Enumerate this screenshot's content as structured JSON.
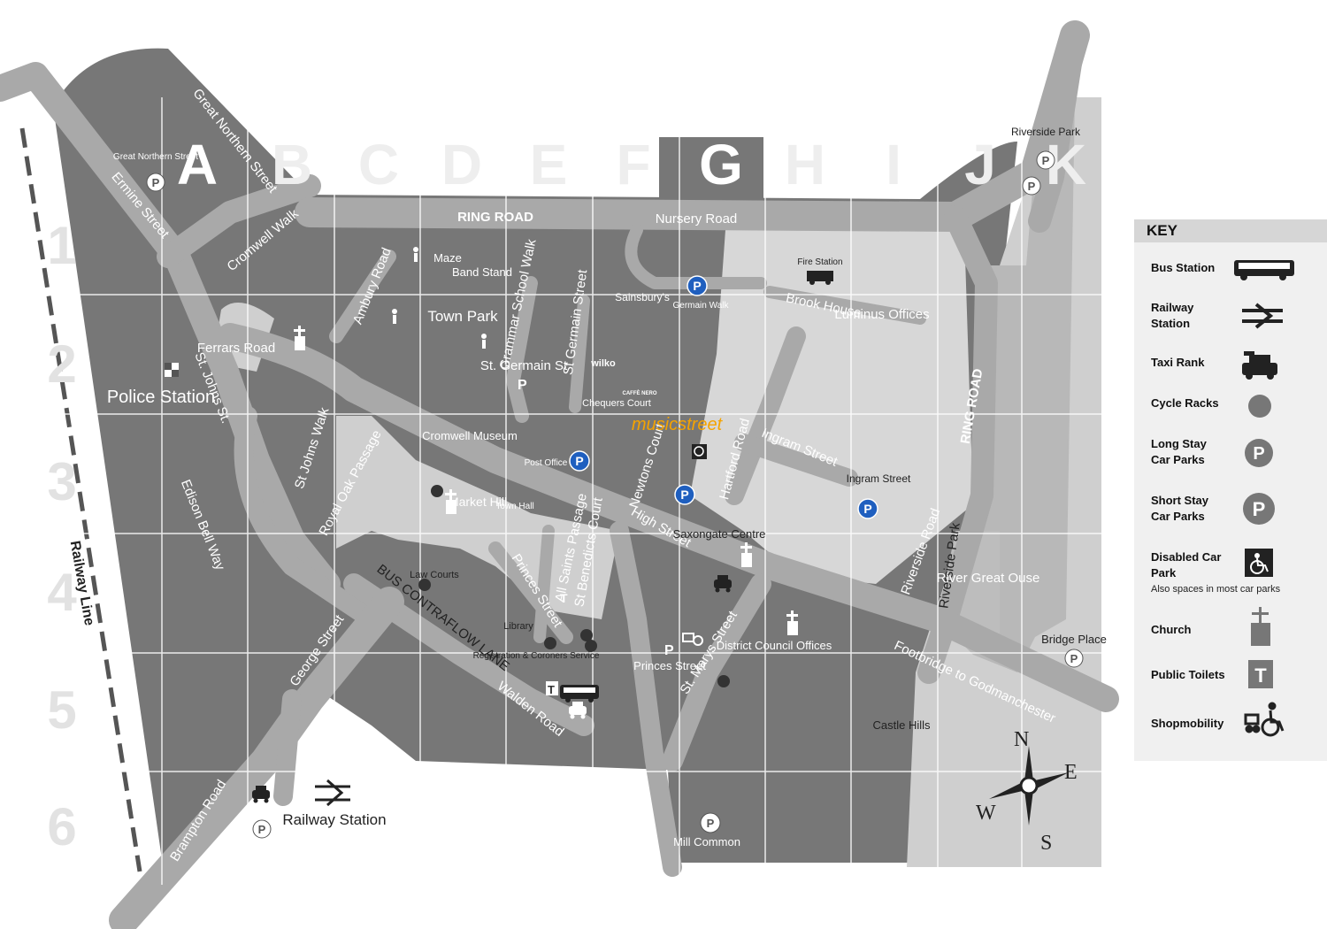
{
  "grid": {
    "columns": [
      "A",
      "B",
      "C",
      "D",
      "E",
      "F",
      "G",
      "H",
      "I",
      "J",
      "K"
    ],
    "rows": [
      "1",
      "2",
      "3",
      "4",
      "5",
      "6"
    ]
  },
  "roads": {
    "ring_road_top": "RING ROAD",
    "nursery_road": "Nursery Road",
    "ring_road_right": "RING ROAD",
    "great_northern_street": "Great Northern Street",
    "ermine_street": "Ermine Street",
    "cromwell_walk": "Cromwell Walk",
    "amburg_road": "Ambury Road",
    "st_johns_st": "St. Johns St.",
    "edison_bell_way": "Edison Bell Way",
    "george_street": "George Street",
    "brampton_road": "Brampton Road",
    "walden_road": "Walden Road",
    "princes_street": "Princes Street",
    "high_street": "High Street",
    "st_marys_street": "St. Marys Street",
    "hartford_road_centre": "Hartford Road",
    "ingram_street": "Ingram Street",
    "riverside_road": "Riverside Road",
    "riverside_park_road": "Riverside Park",
    "hartford_road_ne": "Hartford Road",
    "brook_house": "Brook House",
    "luminus_offices": "Luminus Offices",
    "grammar_school_walk": "Grammar School Walk",
    "st_germain_street": "St Germain Street",
    "st_germain_st": "St. Germain St",
    "st_johns_walk": "St Johns Walk",
    "royal_oak_passage": "Royal Oak Passage",
    "newtons_court": "Newtons Court",
    "all_saints_passage": "All Saints Passage",
    "st_benedicts_court": "St Benedicts Court",
    "ferrars_road": "Ferrars Road",
    "bus_contraflow_lane": "BUS CONTRAFLOW LANE",
    "footbridge": "Footbridge to Godmanchester",
    "railway_line": "Railway Line"
  },
  "places": {
    "great_northern_street_cp": "Great Northern Street",
    "maze": "Maze",
    "band_stand": "Band Stand",
    "town_park": "Town Park",
    "police_station": "Police Station",
    "cromwell_museum": "Cromwell Museum",
    "post_office": "Post Office",
    "market_hill": "Market Hill",
    "town_hall": "Town Hall",
    "law_courts": "Law Courts",
    "library": "Library",
    "registration": "Registration & Coroners Service",
    "princes_street_cp": "Princes Street",
    "district_council": "District Council Offices",
    "saxongate": "Saxongate Centre",
    "castle_hills": "Castle Hills",
    "river": "River Great Ouse",
    "bridge_place": "Bridge Place",
    "mill_common": "Mill Common",
    "railway_station": "Railway Station",
    "riverside_park": "Riverside Park",
    "fire_station": "Fire Station",
    "sainsburys": "Sainsbury's",
    "germain_walk": "Germain Walk",
    "wilko": "wilko",
    "nero": "CAFFÈ NERO",
    "chequers_court": "Chequers Court",
    "musicstreet": "musicstreet",
    "ingram_street_cp": "Ingram Street"
  },
  "compass": {
    "n": "N",
    "e": "E",
    "s": "S",
    "w": "W"
  },
  "key": {
    "title": "KEY",
    "items": [
      {
        "label": "Bus Station",
        "icon": "bus-icon"
      },
      {
        "label": "Railway Station",
        "icon": "railway-icon"
      },
      {
        "label": "Taxi Rank",
        "icon": "taxi-icon"
      },
      {
        "label": "Cycle Racks",
        "icon": "cycle-rack-icon"
      },
      {
        "label": "Long Stay Car Parks",
        "icon": "long-stay-parking-icon"
      },
      {
        "label": "Short Stay Car Parks",
        "icon": "short-stay-parking-icon"
      },
      {
        "label": "Disabled Car Park",
        "icon": "wheelchair-icon"
      },
      {
        "label": "Church",
        "icon": "church-icon"
      },
      {
        "label": "Public Toilets",
        "icon": "toilets-icon"
      },
      {
        "label": "Shopmobility",
        "icon": "shopmobility-icon"
      }
    ],
    "note": "Also spaces in most car parks"
  },
  "colors": {
    "dark_block": "#777777",
    "mid_road": "#a9a9a9",
    "light_block": "#cfcfcf",
    "blue_parking": "#1f5fbf",
    "grid_line": "#ffffff",
    "key_bg": "#f0f0f0"
  }
}
